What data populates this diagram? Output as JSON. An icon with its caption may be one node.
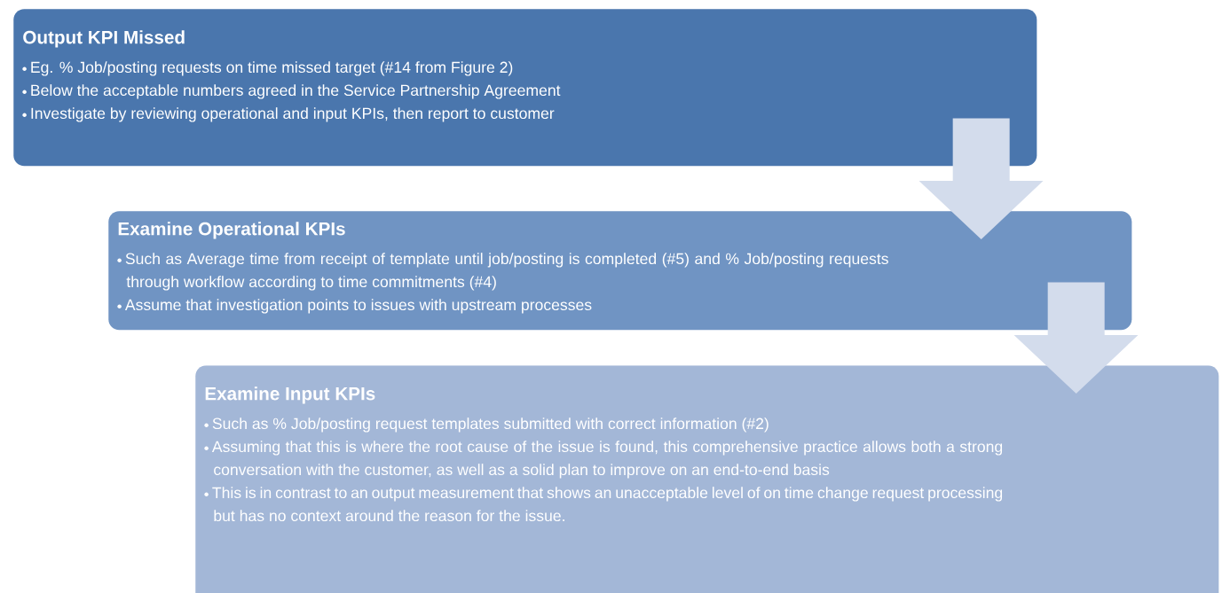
{
  "diagram": {
    "nodes": [
      {
        "text": [
          "Output KPI Missed",
          "Eg. % Job/posting requests on time missed target (#14 from Figure 2)",
          "Below the acceptable numbers agreed in the Service Partnership Agreement",
          "Investigate by reviewing operational and input KPIs, then report to customer"
        ]
      },
      {
        "text": [
          "Examine Operational KPIs",
          "Such as Average time from receipt of template until job/posting is completed (#5) and % Job/posting requests through workflow according to time commitments (#4)",
          "Assume that investigation points to issues with upstream processes"
        ]
      },
      {
        "text": [
          "Examine Input KPIs",
          "Such as % Job/posting request templates submitted with correct information (#2)",
          "Assuming that this is where the root cause of the issue is found, this comprehensive practice allows both a strong conversation with the customer, as well as a solid plan to improve on an end-to-end basis",
          "This is in contrast to an output measurement that shows an unacceptable level of on time change request processing but has no context around the reason for the issue."
        ]
      }
    ],
    "edges": [
      {
        "from": 0,
        "to": 1,
        "arrow": "to"
      },
      {
        "from": 1,
        "to": 2,
        "arrow": "to"
      }
    ]
  }
}
